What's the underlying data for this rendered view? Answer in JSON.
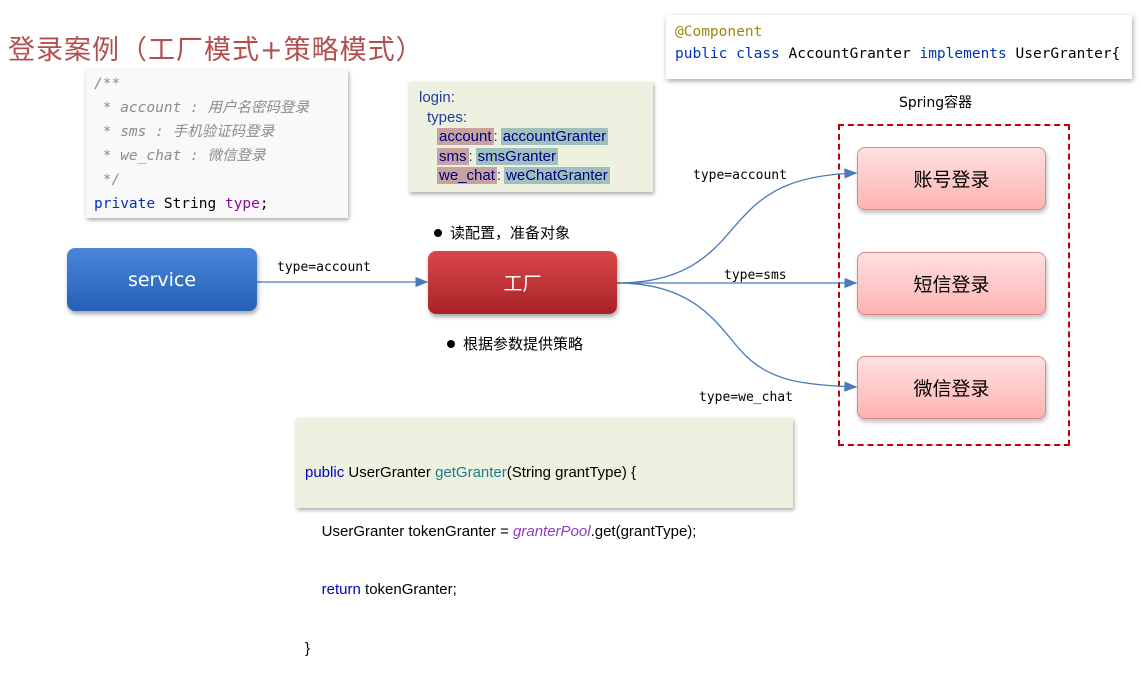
{
  "title": "登录案例（工厂模式+策略模式）",
  "code_field": {
    "lines": [
      "/**",
      " * account : 用户名密码登录",
      " * sms : 手机验证码登录",
      " * we_chat : 微信登录",
      " */"
    ],
    "decl_kw": "private",
    "decl_type": "String",
    "decl_name": "type",
    "decl_end": ";"
  },
  "code_class": {
    "annotation": "@Component",
    "kw_public": "public",
    "kw_class": "class",
    "class_name": "AccountGranter",
    "kw_implements": "implements",
    "interface_name": "UserGranter{"
  },
  "yaml": {
    "root": "login:",
    "types": "types:",
    "entries": [
      {
        "key": "account",
        "value": "accountGranter"
      },
      {
        "key": "sms",
        "value": "smsGranter"
      },
      {
        "key": "we_chat",
        "value": "weChatGranter"
      }
    ]
  },
  "java": {
    "l1_kw": "public",
    "l1_a": " UserGranter ",
    "l1_m": "getGranter",
    "l1_b": "(String grantType) {",
    "l2_a": "    UserGranter tokenGranter = ",
    "l2_i": "granterPool",
    "l2_b": ".get(grantType);",
    "l3_kw": "    return",
    "l3_b": " tokenGranter;",
    "l4": "}"
  },
  "nodes": {
    "service": "service",
    "factory": "工厂",
    "account": "账号登录",
    "sms": "短信登录",
    "wechat": "微信登录"
  },
  "spring_label": "Spring容器",
  "edge_labels": {
    "service_factory": "type=account",
    "to_account": "type=account",
    "to_sms": "type=sms",
    "to_wechat": "type=we_chat"
  },
  "bullets": {
    "read_config": "读配置，准备对象",
    "provide_strategy": "根据参数提供策略"
  },
  "colors": {
    "title": "#b05050",
    "service": "#2f6fc7",
    "factory": "#c0393b",
    "strategy_box": "#ffc4c4",
    "arrow": "#4a7ab8",
    "spring_border": "#c00000"
  }
}
